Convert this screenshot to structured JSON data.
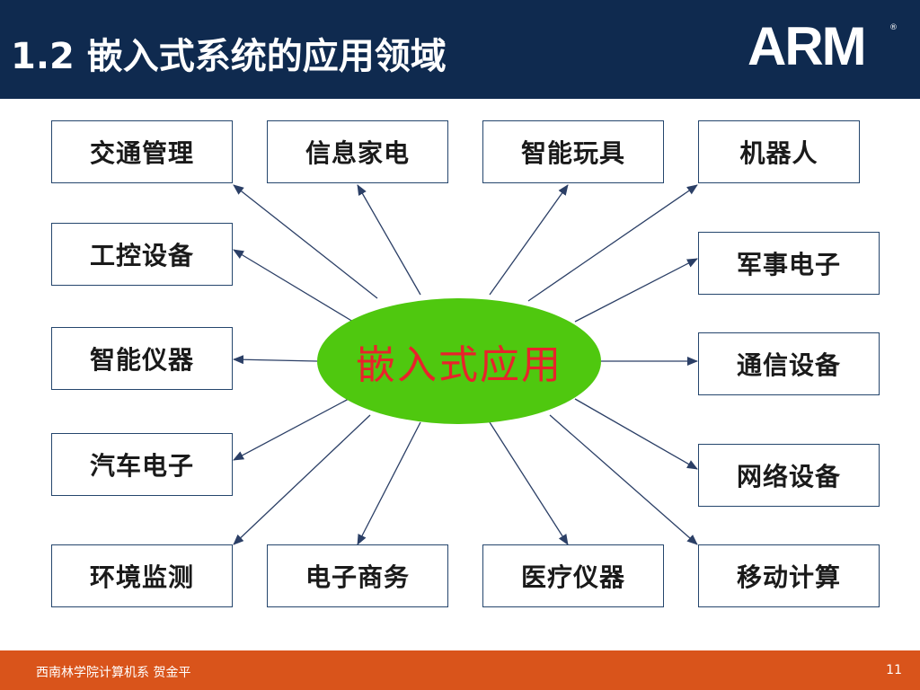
{
  "header": {
    "title": "1.2 嵌入式系统的应用领域",
    "logo_text": "ARM",
    "logo_mark": "®",
    "background_color": "#0f2a4f"
  },
  "diagram": {
    "center": {
      "label": "嵌入式应用",
      "fill_color": "#4fc80f",
      "text_color": "#e8232b"
    },
    "domains": [
      "交通管理",
      "信息家电",
      "智能玩具",
      "机器人",
      "工控设备",
      "军事电子",
      "智能仪器",
      "通信设备",
      "汽车电子",
      "网络设备",
      "环境监测",
      "电子商务",
      "医疗仪器",
      "移动计算"
    ],
    "box_border_color": "#25466d",
    "arrow_color": "#2b3f66"
  },
  "footer": {
    "text": "西南林学院计算机系  贺金平",
    "page_number": "11",
    "background_color": "#d9541b"
  }
}
